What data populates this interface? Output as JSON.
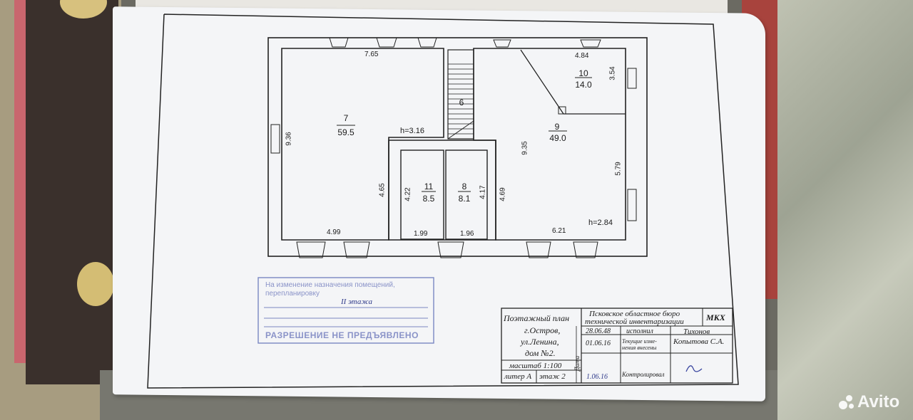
{
  "plan": {
    "rooms": [
      {
        "number": "7",
        "area": "59.5"
      },
      {
        "number": "6",
        "area": ""
      },
      {
        "number": "9",
        "area": "49.0"
      },
      {
        "number": "10",
        "area": "14.0"
      },
      {
        "number": "11",
        "area": "8.5"
      },
      {
        "number": "8",
        "area": "8.1"
      }
    ],
    "dimensions": {
      "top_left": "7.65",
      "top_right": "4.84",
      "room10_side": "3.54",
      "left": "9.36",
      "mid_left": "4.65",
      "room11_side": "4.22",
      "room8_side": "4.17",
      "mid_right": "4.69",
      "center_right": "9.35",
      "right": "5.79",
      "bottom_left": "4.99",
      "bottom_mid1": "1.99",
      "bottom_mid2": "1.96",
      "bottom_right": "6.21"
    },
    "heights": {
      "h1": "h=3.16",
      "h2": "h=2.84"
    }
  },
  "stamp": {
    "line1": "На изменение назначения помещений,",
    "line2": "перепланировку",
    "handwritten": "II этажа",
    "bottom": "РАЗРЕШЕНИЕ НЕ ПРЕДЪЯВЛЕНО"
  },
  "title_block": {
    "title": "Поэтажный план",
    "address1": "г.Остров,",
    "address2": "ул.Ленина,",
    "address3": "дом №2.",
    "scale": "масштаб 1:100",
    "litera": "литер А",
    "floor": "этаж 2",
    "org1": "Псковское областное бюро",
    "org2": "технической инвентаризации",
    "code": "МКХ",
    "date1": "28.06.48",
    "date2": "01.06.16",
    "role1": "исполнил",
    "role2a": "Текущие изме-",
    "role2b": "нения внесены",
    "name1": "Тихонов",
    "name2": "Копытова С.А.",
    "controlled": "Контролировал",
    "date_label": "Дата",
    "date3": "1.06.16"
  },
  "watermark": "Avito"
}
